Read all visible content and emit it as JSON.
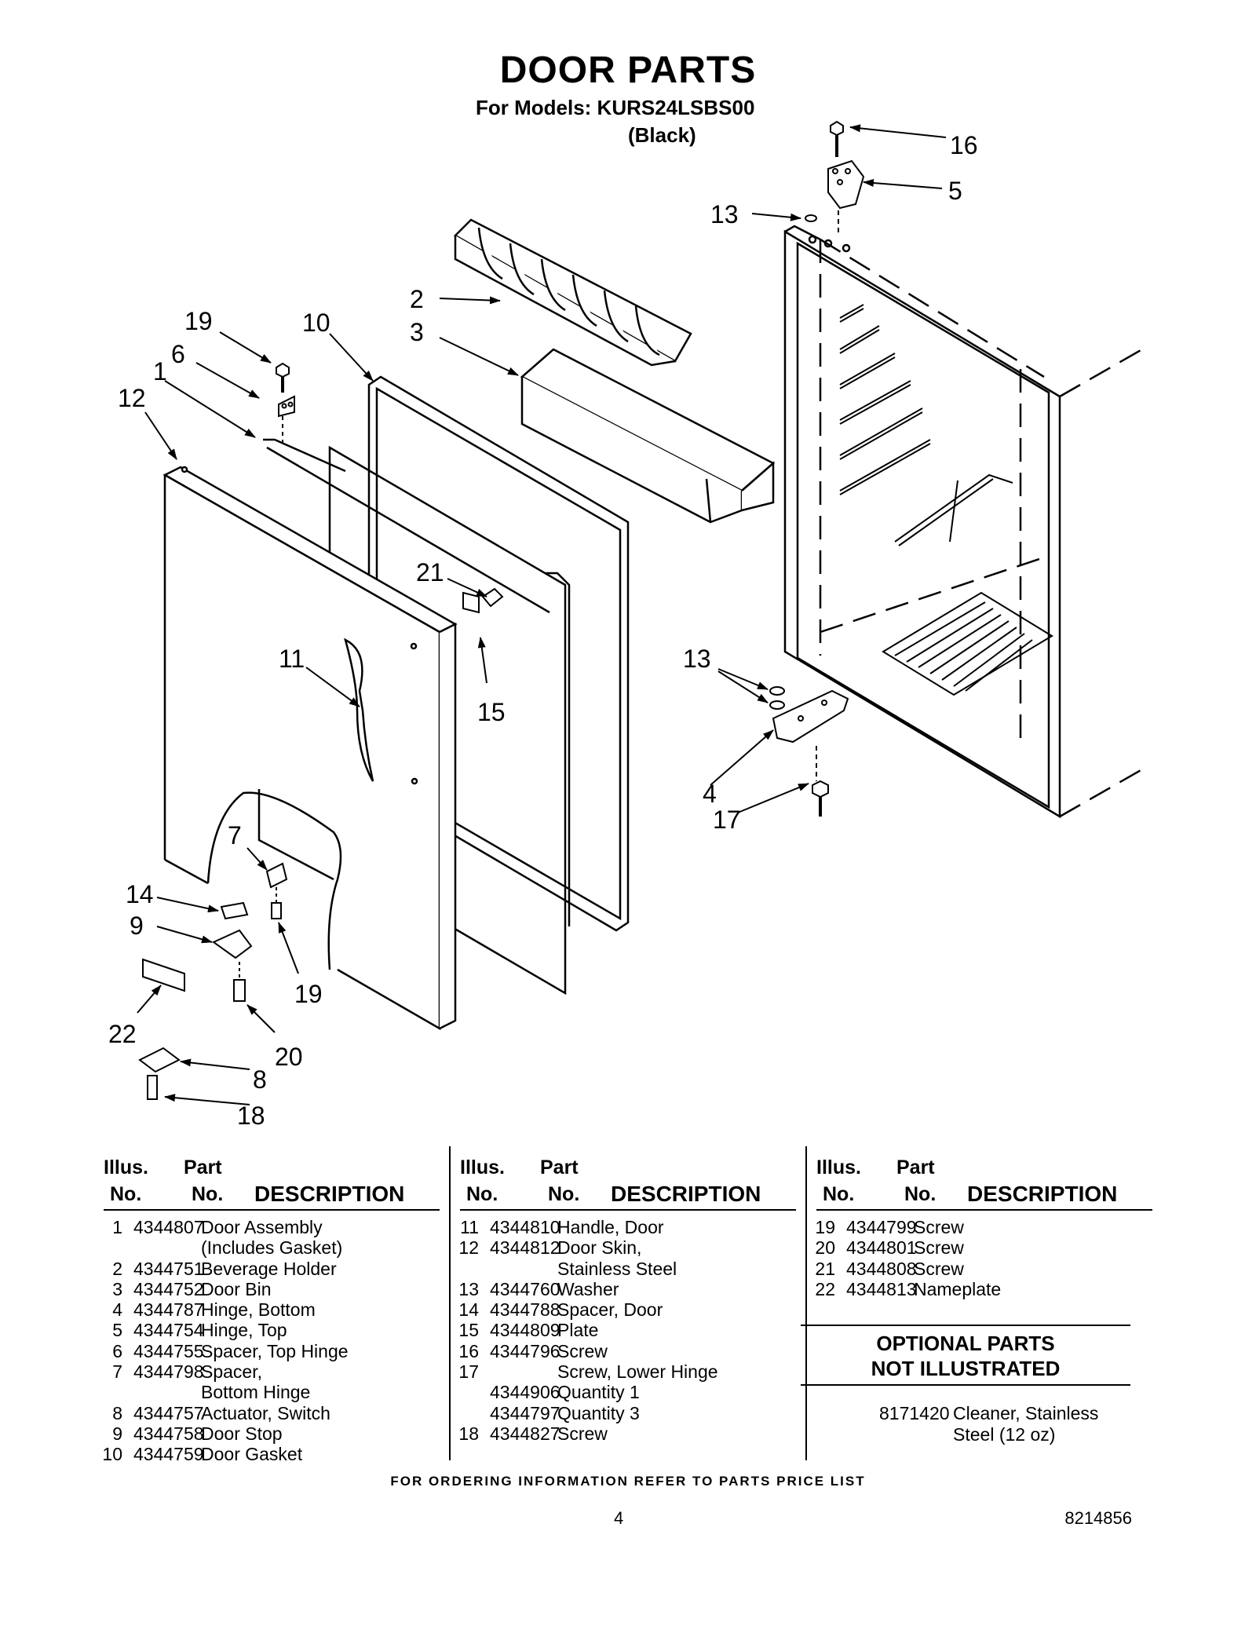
{
  "header": {
    "title": "DOOR PARTS",
    "models": "For Models: KURS24LSBS00",
    "color": "(Black)"
  },
  "diagram": {
    "callouts": [
      "16",
      "5",
      "13",
      "2",
      "3",
      "19",
      "10",
      "6",
      "1",
      "12",
      "21",
      "11",
      "15",
      "13",
      "4",
      "17",
      "7",
      "14",
      "9",
      "19",
      "22",
      "20",
      "8",
      "18"
    ]
  },
  "table": {
    "headers": {
      "illus_1": "Illus.",
      "illus_2": "No.",
      "part_1": "Part",
      "part_2": "No.",
      "description": "DESCRIPTION"
    },
    "columns": [
      [
        {
          "illus": "1",
          "part": "4344807",
          "desc": "Door Assembly"
        },
        {
          "illus": "",
          "part": "",
          "desc": "(Includes Gasket)"
        },
        {
          "illus": "2",
          "part": "4344751",
          "desc": "Beverage Holder"
        },
        {
          "illus": "3",
          "part": "4344752",
          "desc": "Door Bin"
        },
        {
          "illus": "4",
          "part": "4344787",
          "desc": "Hinge, Bottom"
        },
        {
          "illus": "5",
          "part": "4344754",
          "desc": "Hinge, Top"
        },
        {
          "illus": "6",
          "part": "4344755",
          "desc": "Spacer, Top Hinge"
        },
        {
          "illus": "7",
          "part": "4344798",
          "desc": "Spacer,"
        },
        {
          "illus": "",
          "part": "",
          "desc": "Bottom Hinge"
        },
        {
          "illus": "8",
          "part": "4344757",
          "desc": "Actuator, Switch"
        },
        {
          "illus": "9",
          "part": "4344758",
          "desc": "Door Stop"
        },
        {
          "illus": "10",
          "part": "4344759",
          "desc": "Door Gasket"
        }
      ],
      [
        {
          "illus": "11",
          "part": "4344810",
          "desc": "Handle, Door"
        },
        {
          "illus": "12",
          "part": "4344812",
          "desc": "Door Skin,"
        },
        {
          "illus": "",
          "part": "",
          "desc": "Stainless Steel"
        },
        {
          "illus": "13",
          "part": "4344760",
          "desc": "Washer"
        },
        {
          "illus": "14",
          "part": "4344788",
          "desc": "Spacer, Door"
        },
        {
          "illus": "15",
          "part": "4344809",
          "desc": "Plate"
        },
        {
          "illus": "16",
          "part": "4344796",
          "desc": "Screw"
        },
        {
          "illus": "17",
          "part": "",
          "desc": "Screw, Lower Hinge"
        },
        {
          "illus": "",
          "part": "4344906",
          "desc": "Quantity 1"
        },
        {
          "illus": "",
          "part": "4344797",
          "desc": "Quantity 3"
        },
        {
          "illus": "18",
          "part": "4344827",
          "desc": "Screw"
        }
      ],
      [
        {
          "illus": "19",
          "part": "4344799",
          "desc": "Screw"
        },
        {
          "illus": "20",
          "part": "4344801",
          "desc": "Screw"
        },
        {
          "illus": "21",
          "part": "4344808",
          "desc": "Screw"
        },
        {
          "illus": "22",
          "part": "4344813",
          "desc": "Nameplate"
        }
      ]
    ]
  },
  "optional": {
    "title_line1": "OPTIONAL PARTS",
    "title_line2": "NOT ILLUSTRATED",
    "part": "8171420",
    "desc_line1": "Cleaner, Stainless",
    "desc_line2": "Steel (12 oz)"
  },
  "footer": {
    "note": "FOR ORDERING INFORMATION REFER TO PARTS PRICE LIST",
    "page": "4",
    "doc_number": "8214856"
  }
}
